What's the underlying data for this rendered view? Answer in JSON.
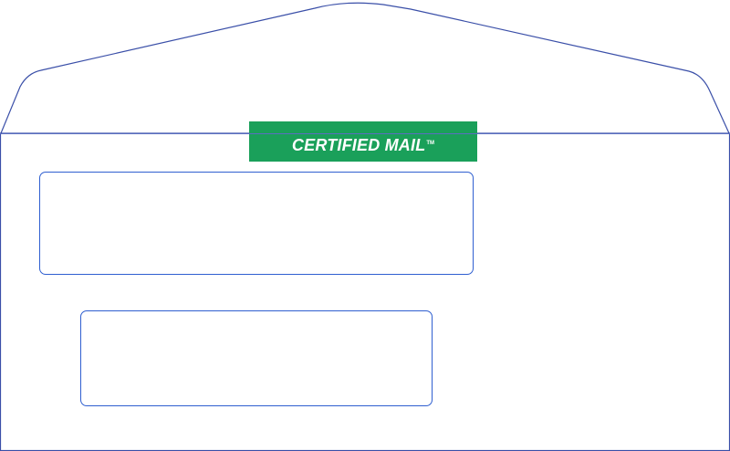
{
  "envelope": {
    "type": "double-window envelope",
    "stamp_band": {
      "label": "CERTIFIED MAIL",
      "trademark": "TM",
      "color": "#1aa05a",
      "text_color": "#ffffff"
    },
    "outline_color": "#3a4fa8",
    "window_border_color": "#2f5fd0"
  }
}
